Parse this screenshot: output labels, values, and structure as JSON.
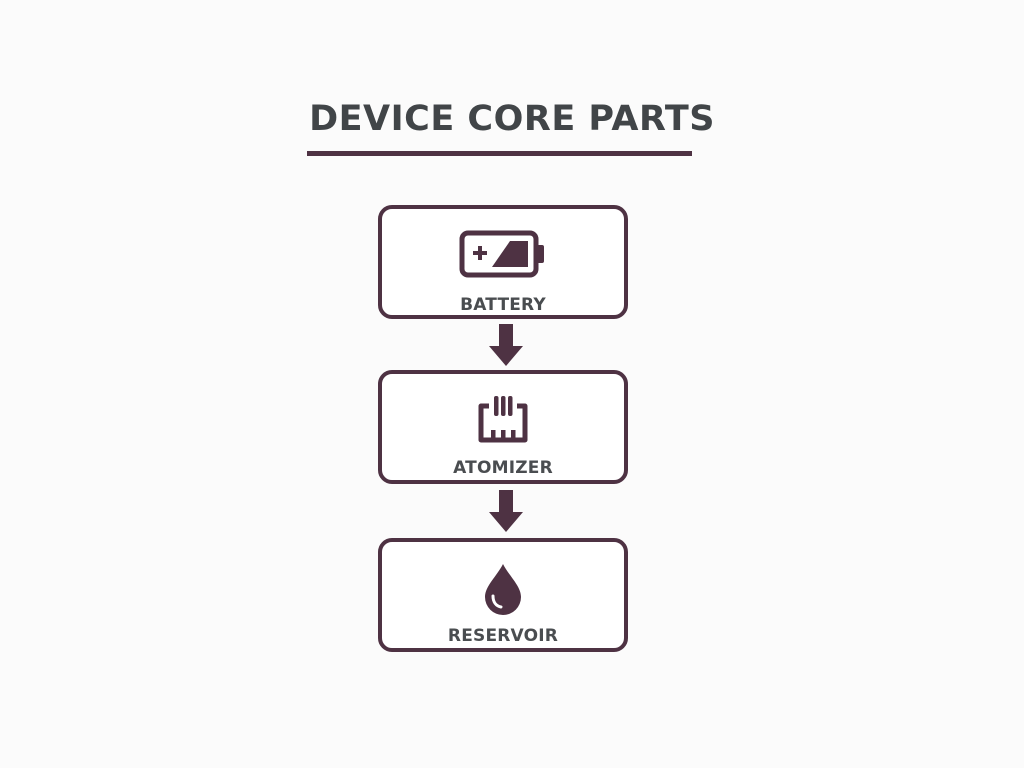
{
  "title": "DEVICE CORE PARTS",
  "colors": {
    "accent": "#4e3243",
    "text": "#414548",
    "background": "#fbfbfb"
  },
  "flow": {
    "direction": "top-to-bottom",
    "nodes": [
      {
        "label": "BATTERY",
        "icon": "battery-icon"
      },
      {
        "label": "ATOMIZER",
        "icon": "atomizer-coil-icon"
      },
      {
        "label": "RESERVOIR",
        "icon": "droplet-icon"
      }
    ],
    "edges": [
      {
        "from": "BATTERY",
        "to": "ATOMIZER"
      },
      {
        "from": "ATOMIZER",
        "to": "RESERVOIR"
      }
    ]
  }
}
